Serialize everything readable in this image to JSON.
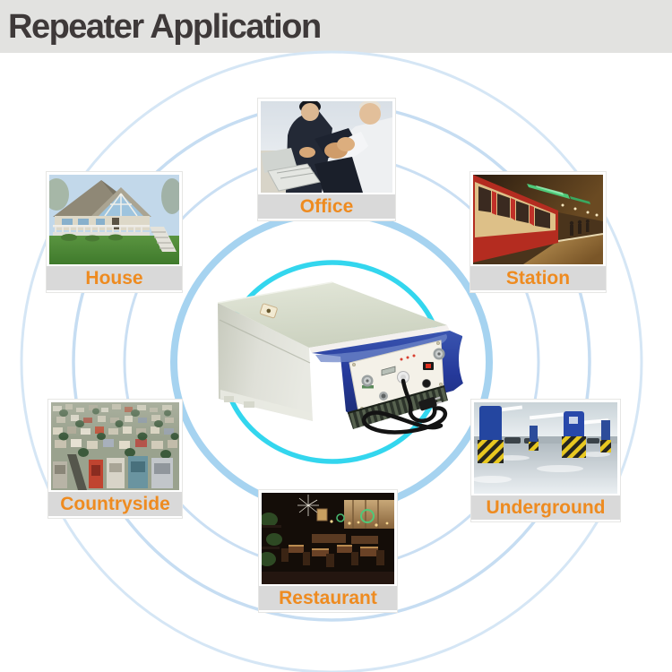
{
  "header": {
    "title": "Repeater Application"
  },
  "applications": [
    {
      "id": "office",
      "label": "Office"
    },
    {
      "id": "house",
      "label": "House"
    },
    {
      "id": "station",
      "label": "Station"
    },
    {
      "id": "countryside",
      "label": "Countryside"
    },
    {
      "id": "underground",
      "label": "Underground"
    },
    {
      "id": "restaurant",
      "label": "Restaurant"
    }
  ],
  "colors": {
    "accent_orange": "#ee8b20",
    "banner_background": "#e2e2e0",
    "banner_text": "#3e3939",
    "caption_background": "#d9d9d9",
    "ring_inner_cyan": "#33d6ee",
    "ring_mid_blue": "#a6d3f0",
    "ring_outer_blue": "#cadff3",
    "device_lid_green": "#d7dccb",
    "device_frame_blue": "#2a3f96",
    "device_faceplate_cream": "#f4f1e8"
  }
}
